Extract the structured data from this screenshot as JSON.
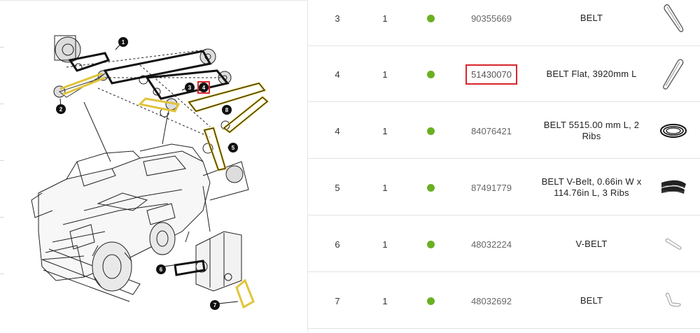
{
  "diagram": {
    "callouts": [
      "1",
      "2",
      "3",
      "4",
      "5",
      "6",
      "7",
      "8"
    ]
  },
  "table": {
    "rows": [
      {
        "ref": "3",
        "qty": "1",
        "status": "available",
        "part": "90355669",
        "desc": "BELT",
        "thumb": "loop-belt-icon",
        "highlight": false
      },
      {
        "ref": "4",
        "qty": "1",
        "status": "available",
        "part": "51430070",
        "desc": "BELT Flat, 3920mm L",
        "thumb": "loop-belt-icon",
        "highlight": true
      },
      {
        "ref": "4",
        "qty": "1",
        "status": "available",
        "part": "84076421",
        "desc": "BELT 5515.00 mm L, 2 Ribs",
        "thumb": "coiled-belt-icon",
        "highlight": false
      },
      {
        "ref": "5",
        "qty": "1",
        "status": "available",
        "part": "87491779",
        "desc": "BELT V-Belt, 0.66in W x 114.76in L, 3 Ribs",
        "thumb": "ribbed-belt-icon",
        "highlight": false
      },
      {
        "ref": "6",
        "qty": "1",
        "status": "available",
        "part": "48032224",
        "desc": "V-BELT",
        "thumb": "thin-belt-icon",
        "highlight": false
      },
      {
        "ref": "7",
        "qty": "1",
        "status": "available",
        "part": "48032692",
        "desc": "BELT",
        "thumb": "thin-belt-icon",
        "highlight": false
      }
    ]
  },
  "colors": {
    "status_available": "#6ab023",
    "highlight_border": "#d9262c",
    "callout_fill": "#111111",
    "belt_yellow": "#e2c43a"
  }
}
